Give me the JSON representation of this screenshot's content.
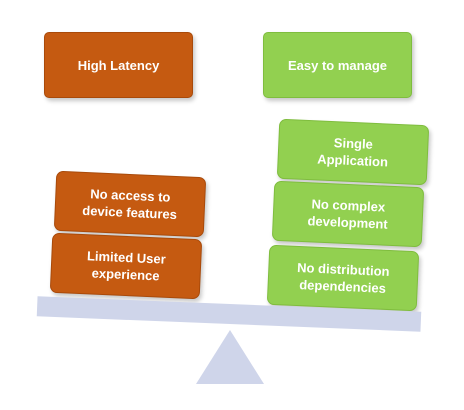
{
  "header": {
    "left": "High Latency",
    "right": "Easy to manage"
  },
  "left_items": [
    "No access to\ndevice features",
    "Limited User\nexperience"
  ],
  "right_items": [
    "Single\nApplication",
    "No complex\ndevelopment",
    "No distribution\ndependencies"
  ],
  "colors": {
    "orange": "#c55a11",
    "green": "#92d050",
    "beam": "#cfd5ea"
  }
}
